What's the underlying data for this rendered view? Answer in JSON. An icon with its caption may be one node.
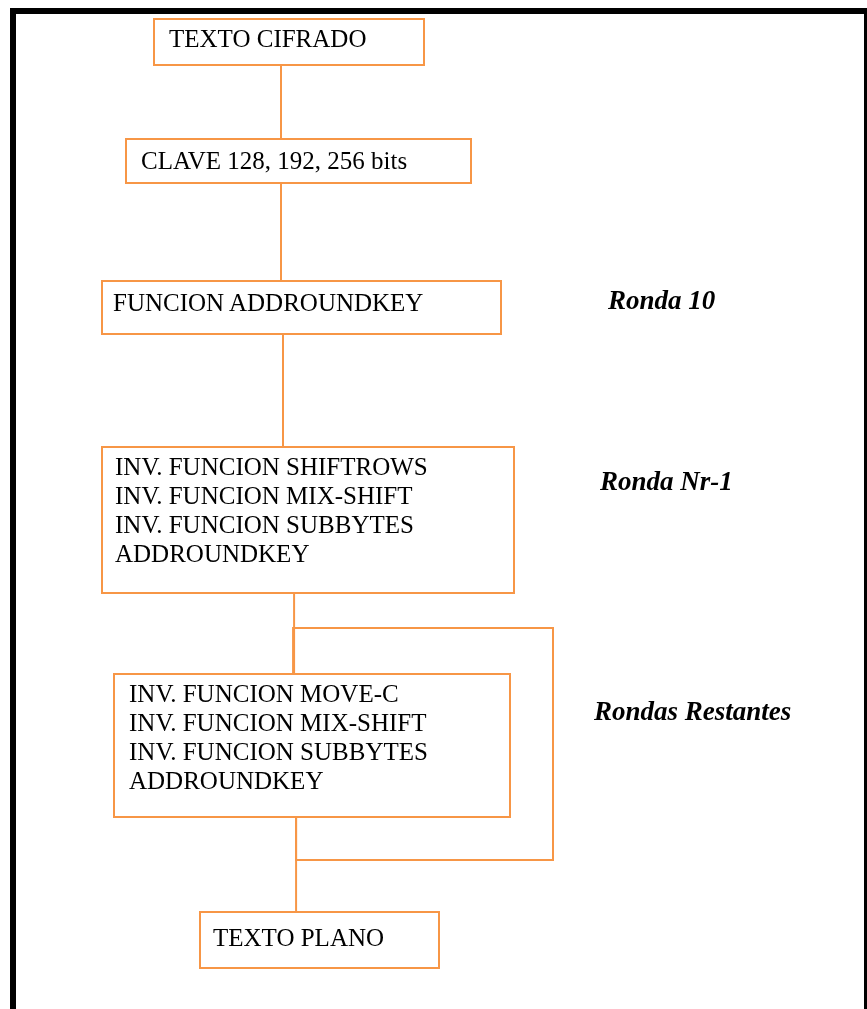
{
  "diagram": {
    "nodes": [
      {
        "text": [
          "TEXTO CIFRADO"
        ]
      },
      {
        "text": [
          "CLAVE 128, 192, 256 bits"
        ]
      },
      {
        "text": [
          "FUNCION ADDROUNDKEY"
        ]
      },
      {
        "text": [
          "INV. FUNCION SHIFTROWS",
          "INV. FUNCION MIX-SHIFT",
          "INV. FUNCION SUBBYTES",
          "ADDROUNDKEY"
        ]
      },
      {
        "text": [
          "INV. FUNCION MOVE-C",
          "INV. FUNCION MIX-SHIFT",
          "INV. FUNCION SUBBYTES",
          "ADDROUNDKEY"
        ]
      },
      {
        "text": [
          "TEXTO PLANO"
        ]
      }
    ],
    "edges": [
      {
        "from": 0,
        "to": 1,
        "arrow": "none"
      },
      {
        "from": 1,
        "to": 2,
        "arrow": "none"
      },
      {
        "from": 2,
        "to": 3,
        "arrow": "none"
      },
      {
        "from": 3,
        "to": 4,
        "arrow": "none"
      },
      {
        "from": 4,
        "to": 5,
        "arrow": "none"
      },
      {
        "from": 4,
        "to": 4,
        "arrow": "none"
      }
    ],
    "labels": [
      "Ronda 10",
      "Ronda Nr-1",
      "Rondas Restantes"
    ]
  }
}
